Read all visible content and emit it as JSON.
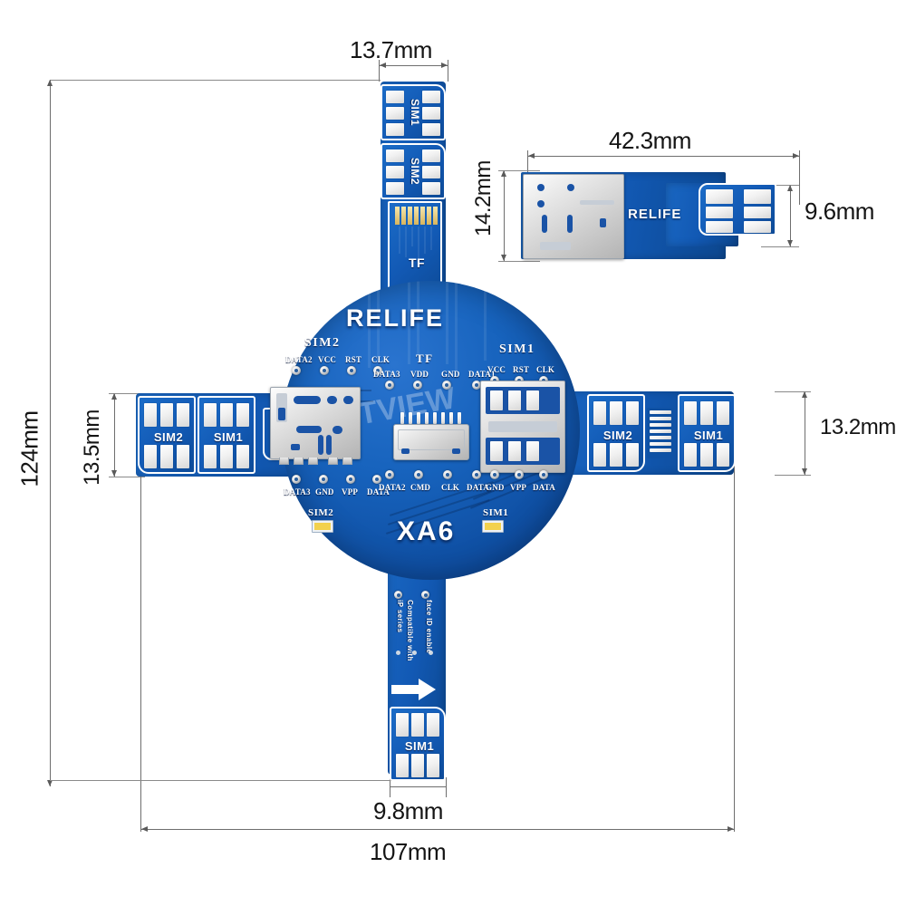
{
  "product": {
    "brand": "RELIFE",
    "model": "XA6",
    "watermark": "SMARTVIEW"
  },
  "dimensions": {
    "top_width": "13.7mm",
    "overall_height": "124mm",
    "left_arm_height": "13.5mm",
    "right_arm_height": "13.2mm",
    "bottom_width": "9.8mm",
    "overall_width": "107mm",
    "inset_length": "42.3mm",
    "inset_height": "14.2mm",
    "inset_tip_height": "9.6mm"
  },
  "arms": {
    "top": {
      "cards": [
        "SIM1",
        "SIM2"
      ],
      "tf_label": "TF"
    },
    "left": {
      "cards": [
        "SIM2",
        "SIM1"
      ]
    },
    "right": {
      "cards": [
        "SIM2",
        "SIM1"
      ]
    },
    "bottom": {
      "card": "SIM1",
      "note_line1": "Compatible with",
      "note_line2": "iP series",
      "note_line3": "face ID enable"
    }
  },
  "headers": {
    "sim2_top": {
      "title": "SIM2",
      "pins": [
        "DATA2",
        "VCC",
        "RST",
        "CLK"
      ]
    },
    "tf_top": {
      "title": "TF",
      "pins": [
        "DATA3",
        "VDD",
        "GND",
        "DATA1"
      ]
    },
    "sim1_top": {
      "title": "SIM1",
      "pins": [
        "VCC",
        "RST",
        "CLK"
      ]
    },
    "sim2_bottom": {
      "title": "SIM2",
      "pins": [
        "DATA3",
        "GND",
        "VPP",
        "DATA"
      ]
    },
    "tf_bottom": {
      "pins": [
        "DATA2",
        "CMD",
        "CLK",
        "DATA"
      ]
    },
    "sim1_bottom": {
      "title": "SIM1",
      "pins": [
        "GND",
        "VPP",
        "DATA"
      ]
    }
  },
  "colors": {
    "pcb_blue": "#1259b4",
    "pcb_blue_dark": "#0d4693",
    "silkscreen_white": "#ffffff",
    "dimension_line": "#6e6e6e",
    "dimension_text": "#141414",
    "metal": "#d8d8d8",
    "background": "#ffffff"
  }
}
